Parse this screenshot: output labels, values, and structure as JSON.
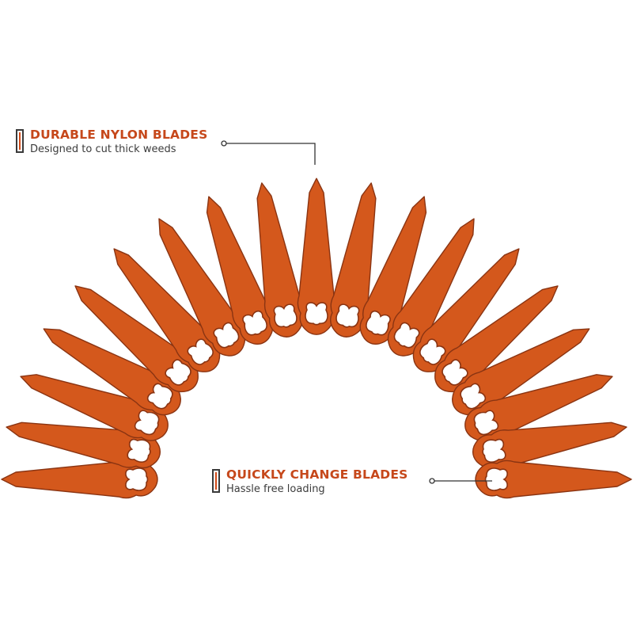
{
  "colors": {
    "blade_fill": "#d4581c",
    "blade_stroke": "#8a3412",
    "accent_text": "#c6481b",
    "body_text": "#3c3c3c",
    "leader_line": "#333333"
  },
  "product": {
    "blade_count": 19
  },
  "callouts": {
    "durable": {
      "title": "DURABLE NYLON BLADES",
      "subtitle": "Designed to cut thick weeds",
      "icon": "blade-marker-icon"
    },
    "quick_change": {
      "title": "QUICKLY CHANGE BLADES",
      "subtitle": "Hassle free loading",
      "icon": "blade-marker-icon"
    }
  }
}
